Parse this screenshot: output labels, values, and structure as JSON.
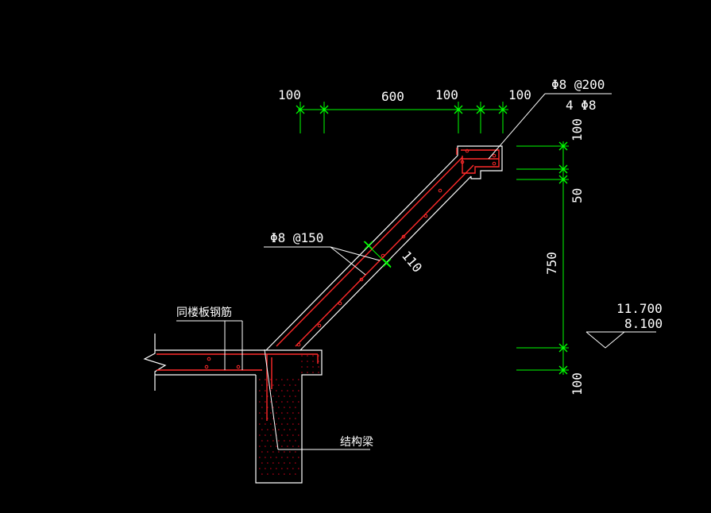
{
  "colors": {
    "background": "#000000",
    "outline": "#ffffff",
    "rebar": "#ff2a2a",
    "dimension": "#00ff00",
    "hatch": "#c8001a",
    "text": "#ffffff"
  },
  "dimensions": {
    "top": [
      "100",
      "600",
      "100",
      "100"
    ],
    "right": [
      "100",
      "50",
      "750",
      "100"
    ],
    "thickness": "110"
  },
  "labels": {
    "top_rebar_stirrup": "Φ8 @200",
    "top_rebar_long": "4 Φ8",
    "slab_rebar": "Φ8 @150",
    "floor_rebar": "同楼板钢筋",
    "beam": "结构梁",
    "elevation_top": "11.700",
    "elevation_bottom": "8.100"
  }
}
